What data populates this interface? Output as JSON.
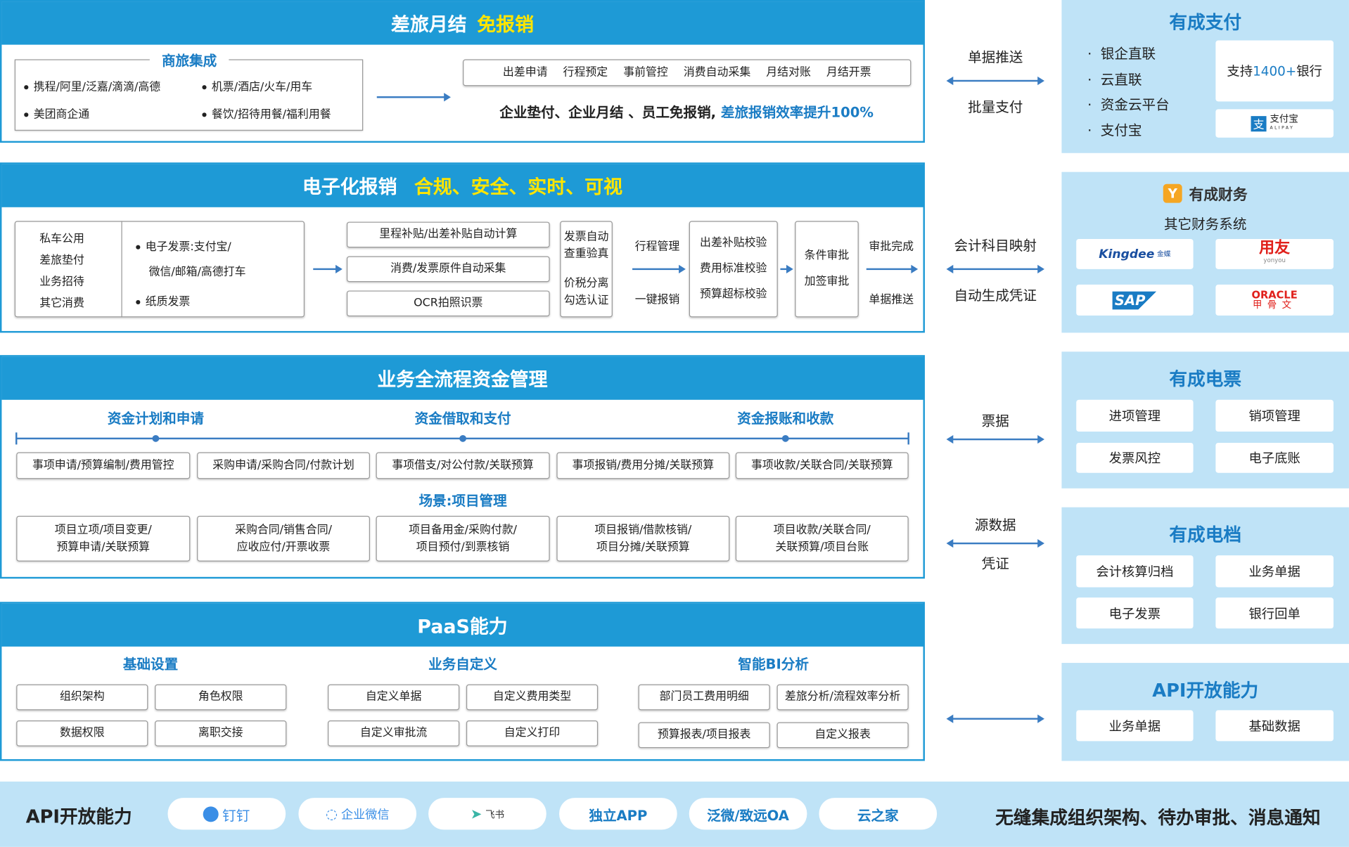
{
  "travel": {
    "title": "差旅月结",
    "title_hl": "免报销",
    "group_title": "商旅集成",
    "group_items": [
      "携程/阿里/泛嘉/滴滴/高德",
      "机票/酒店/火车/用车",
      "美团商企通",
      "餐饮/招待用餐/福利用餐"
    ],
    "steps": [
      "出差申请",
      "行程预定",
      "事前管控",
      "消费自动采集",
      "月结对账",
      "月结开票"
    ],
    "summary": "企业垫付、企业月结 、员工免报销,",
    "summary_hl": "差旅报销效率提升100%"
  },
  "ereimb": {
    "title": "电子化报销",
    "title_hl": "合规、安全、实时、可视",
    "types": [
      "私车公用",
      "差旅垫付",
      "业务招待",
      "其它消费"
    ],
    "inv1": "电子发票:支付宝/",
    "inv1b": "微信/邮箱/高德打车",
    "inv2": "纸质发票",
    "auto": [
      "里程补贴/出差补贴自动计算",
      "消费/发票原件自动采集",
      "OCR拍照识票"
    ],
    "check": [
      "发票自动",
      "查重验真",
      "价税分离",
      "勾选认证"
    ],
    "trip": "行程管理",
    "onekey": "一键报销",
    "verify": [
      "出差补贴校验",
      "费用标准校验",
      "预算超标校验"
    ],
    "approve": [
      "条件审批",
      "加签审批"
    ],
    "done": "审批完成",
    "push": "单据推送"
  },
  "funds": {
    "title": "业务全流程资金管理",
    "stages": [
      "资金计划和申请",
      "资金借取和支付",
      "资金报账和收款"
    ],
    "row1": [
      "事项申请/预算编制/费用管控",
      "采购申请/采购合同/付款计划",
      "事项借支/对公付款/关联预算",
      "事项报销/费用分摊/关联预算",
      "事项收款/关联合同/关联预算"
    ],
    "scene": "场景:项目管理",
    "row2": [
      [
        "项目立项/项目变更/",
        "预算申请/关联预算"
      ],
      [
        "采购合同/销售合同/",
        "应收应付/开票收票"
      ],
      [
        "项目备用金/采购付款/",
        "项目预付/到票核销"
      ],
      [
        "项目报销/借款核销/",
        "项目分摊/关联预算"
      ],
      [
        "项目收款/关联合同/",
        "关联预算/项目台账"
      ]
    ]
  },
  "paas": {
    "title": "PaaS能力",
    "groups": [
      {
        "title": "基础设置",
        "items": [
          "组织架构",
          "角色权限",
          "数据权限",
          "离职交接"
        ]
      },
      {
        "title": "业务自定义",
        "items": [
          "自定义单据",
          "自定义费用类型",
          "自定义审批流",
          "自定义打印"
        ]
      },
      {
        "title": "智能BI分析",
        "items": [
          "部门员工费用明细",
          "差旅分析/流程效率分析",
          "预算报表/项目报表",
          "自定义报表"
        ]
      }
    ]
  },
  "middle": {
    "a1": "单据推送",
    "a2": "批量支付",
    "b1": "会计科目映射",
    "b2": "自动生成凭证",
    "c1": "票据",
    "d1": "源数据",
    "d2": "凭证"
  },
  "pay": {
    "title": "有成支付",
    "items": [
      "银企直联",
      "云直联",
      "资金云平台",
      "支付宝"
    ],
    "bank_prefix": "支持",
    "bank_num": "1400+",
    "bank_suffix": "银行",
    "alipay": "支付宝",
    "alipay_en": "ALIPAY"
  },
  "finance": {
    "title": "有成财务",
    "logo": "Y",
    "subtitle": "其它财务系统",
    "logos": [
      "Kingdee",
      "金蝶",
      "用友",
      "yonyou",
      "SAP",
      "ORACLE",
      "甲骨文"
    ]
  },
  "einvoice": {
    "title": "有成电票",
    "items": [
      "进项管理",
      "销项管理",
      "发票风控",
      "电子底账"
    ]
  },
  "earchive": {
    "title": "有成电档",
    "items": [
      "会计核算归档",
      "业务单据",
      "电子发票",
      "银行回单"
    ]
  },
  "api": {
    "title": "API开放能力",
    "items": [
      "业务单据",
      "基础数据"
    ]
  },
  "bottom": {
    "title": "API开放能力",
    "pills": [
      "钉钉",
      "企业微信",
      "飞书",
      "独立APP",
      "泛微/致远OA",
      "云之家"
    ],
    "slogan": "无缝集成组织架构、待办审批、消息通知"
  },
  "colors": {
    "primary": "#1e9ad6",
    "highlight": "#ffe500",
    "light_panel": "#bfe3f7",
    "accent_text": "#1a7cc4"
  }
}
